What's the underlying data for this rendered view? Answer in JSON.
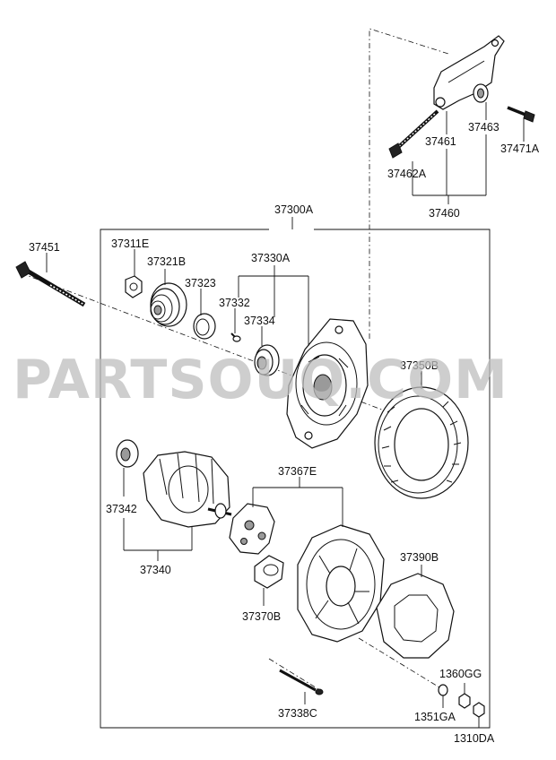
{
  "watermark": "PARTSOUQ.COM",
  "labels": {
    "p37461": "37461",
    "p37463": "37463",
    "p37471A": "37471A",
    "p37462A": "37462A",
    "p37460": "37460",
    "p37300A": "37300A",
    "p37451": "37451",
    "p37311E": "37311E",
    "p37321B": "37321B",
    "p37330A": "37330A",
    "p37323": "37323",
    "p37332": "37332",
    "p37334": "37334",
    "p37350B": "37350B",
    "p37367E": "37367E",
    "p37342": "37342",
    "p37340": "37340",
    "p37390B": "37390B",
    "p37370B": "37370B",
    "p1360GG": "1360GG",
    "p37338C": "37338C",
    "p1351GA": "1351GA",
    "p1310DA": "1310DA"
  }
}
